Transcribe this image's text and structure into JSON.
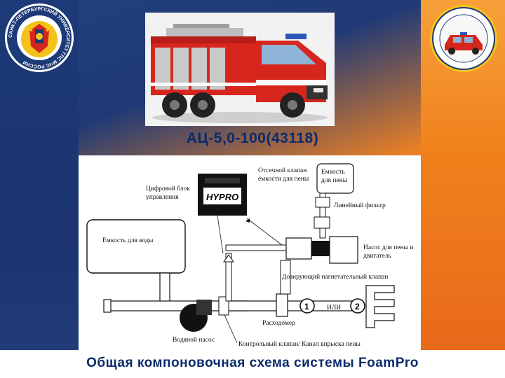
{
  "header": {
    "emblem_text": "САНКТ-ПЕТЕРБУРГСКИЙ УНИВЕРСИТЕТ ГПС МЧС РОССИИ",
    "model_title": "АЦ-5,0-100(43118)"
  },
  "scheme": {
    "labels": {
      "water_tank": "Емкость для воды",
      "digital_unit_1": "Цифровой блок",
      "digital_unit_2": "управления",
      "display": "HYPRO",
      "shutoff_1": "Отсечной клапан",
      "shutoff_2": "ёмкости для пены",
      "foam_tank_1": "Емкость",
      "foam_tank_2": "для пены",
      "line_filter": "Линейный фильтр",
      "pump_motor_1": "Насос для пены и",
      "pump_motor_2": "двигатель",
      "dosing_valve": "Дозирующий нагнетательный клапан",
      "flowmeter": "Расходомер",
      "or": "ИЛИ",
      "water_pump": "Водяной насос",
      "control_valve": "Контрольный клапан/ Канал впрыска пены",
      "opt1": "1",
      "opt2": "2"
    }
  },
  "footer": {
    "caption": "Общая компоновочная схема системы FoamPro"
  },
  "colors": {
    "navy": "#1d3a78",
    "orange": "#f0811c",
    "title_blue": "#0b2a6b",
    "truck_red": "#d7261e"
  }
}
